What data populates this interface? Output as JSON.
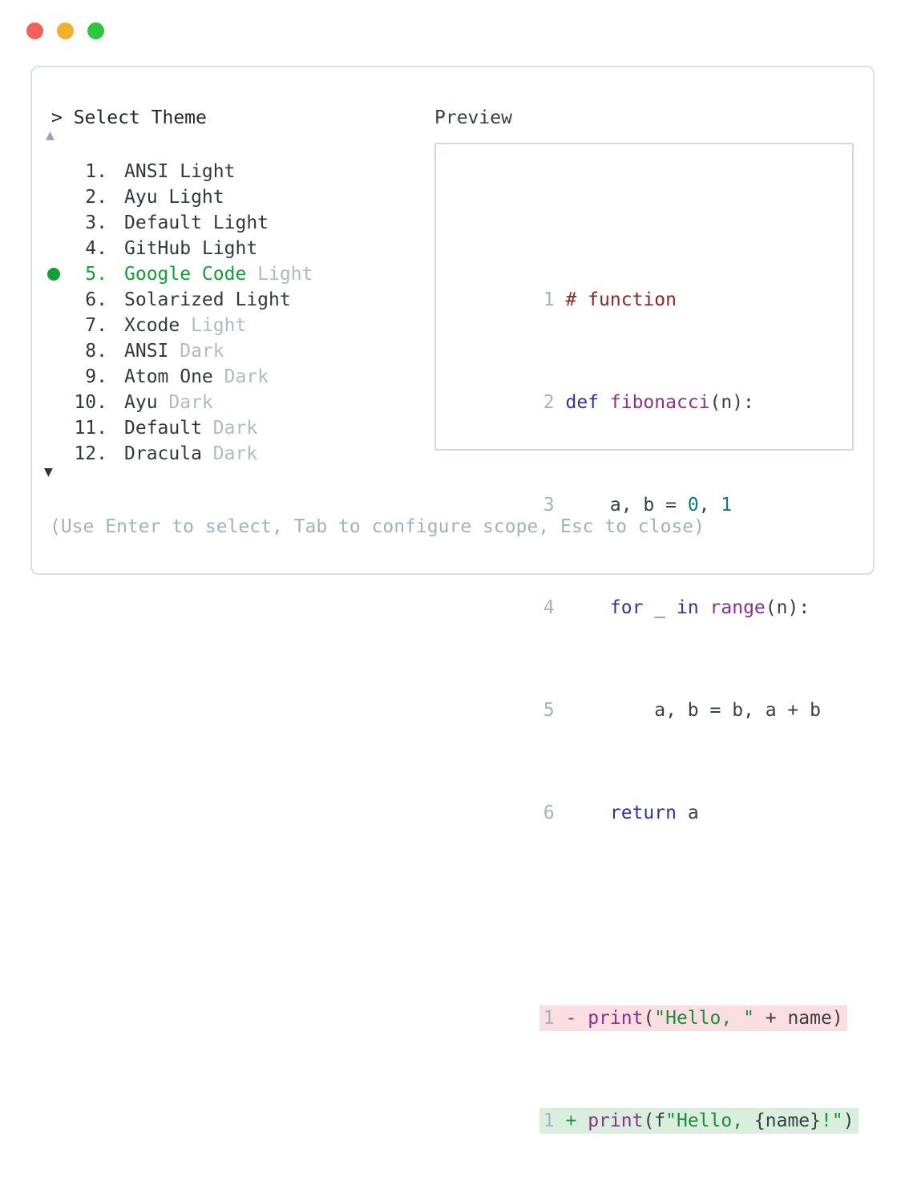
{
  "colors": {
    "accent_green": "#12a035",
    "muted_gray": "#b1b9c6",
    "panel_border": "#dadfe6",
    "syntax_comment": "#8e2727",
    "syntax_keyword": "#2b35a9",
    "syntax_function": "#8c2f90",
    "syntax_number": "#0e7a80",
    "syntax_string": "#1e8e3e",
    "diff_removed_bg": "#fbdee1",
    "diff_added_bg": "#d9eedd",
    "traffic_red": "#f2605a",
    "traffic_yellow": "#f2b02d",
    "traffic_green": "#2cc63f"
  },
  "picker": {
    "prompt": "> Select Theme",
    "scroll_up_glyph": "▲",
    "scroll_down_glyph": "▼",
    "items": [
      {
        "num": "1.",
        "name": "ANSI",
        "variant": "Light",
        "selected": false,
        "variant_muted": false
      },
      {
        "num": "2.",
        "name": "Ayu",
        "variant": "Light",
        "selected": false,
        "variant_muted": false
      },
      {
        "num": "3.",
        "name": "Default",
        "variant": "Light",
        "selected": false,
        "variant_muted": false
      },
      {
        "num": "4.",
        "name": "GitHub",
        "variant": "Light",
        "selected": false,
        "variant_muted": false
      },
      {
        "num": "5.",
        "name": "Google Code",
        "variant": "Light",
        "selected": true,
        "variant_muted": true
      },
      {
        "num": "6.",
        "name": "Solarized",
        "variant": "Light",
        "selected": false,
        "variant_muted": false
      },
      {
        "num": "7.",
        "name": "Xcode",
        "variant": "Light",
        "selected": false,
        "variant_muted": true
      },
      {
        "num": "8.",
        "name": "ANSI",
        "variant": "Dark",
        "selected": false,
        "variant_muted": true
      },
      {
        "num": "9.",
        "name": "Atom One",
        "variant": "Dark",
        "selected": false,
        "variant_muted": true
      },
      {
        "num": "10.",
        "name": "Ayu",
        "variant": "Dark",
        "selected": false,
        "variant_muted": true
      },
      {
        "num": "11.",
        "name": "Default",
        "variant": "Dark",
        "selected": false,
        "variant_muted": true
      },
      {
        "num": "12.",
        "name": "Dracula",
        "variant": "Dark",
        "selected": false,
        "variant_muted": true
      }
    ],
    "hint": "(Use Enter to select, Tab to configure scope, Esc to close)"
  },
  "preview": {
    "label": "Preview",
    "code_lines": [
      {
        "no": "1",
        "tokens": [
          {
            "t": "# function",
            "c": "comment"
          }
        ]
      },
      {
        "no": "2",
        "tokens": [
          {
            "t": "def",
            "c": "kw"
          },
          {
            "t": " ",
            "c": "pl"
          },
          {
            "t": "fibonacci",
            "c": "fn"
          },
          {
            "t": "(n):",
            "c": "pl"
          }
        ]
      },
      {
        "no": "3",
        "tokens": [
          {
            "t": "    a, b = ",
            "c": "pl"
          },
          {
            "t": "0",
            "c": "num"
          },
          {
            "t": ", ",
            "c": "pl"
          },
          {
            "t": "1",
            "c": "num"
          }
        ]
      },
      {
        "no": "4",
        "tokens": [
          {
            "t": "    ",
            "c": "pl"
          },
          {
            "t": "for",
            "c": "kw"
          },
          {
            "t": " _ ",
            "c": "pl"
          },
          {
            "t": "in",
            "c": "kw"
          },
          {
            "t": " ",
            "c": "pl"
          },
          {
            "t": "range",
            "c": "fn"
          },
          {
            "t": "(n):",
            "c": "pl"
          }
        ]
      },
      {
        "no": "5",
        "tokens": [
          {
            "t": "        a, b = b, a + b",
            "c": "pl"
          }
        ]
      },
      {
        "no": "6",
        "tokens": [
          {
            "t": "    ",
            "c": "pl"
          },
          {
            "t": "return",
            "c": "kw"
          },
          {
            "t": " a",
            "c": "pl"
          }
        ]
      }
    ],
    "diff_removed": {
      "no": "1",
      "sign": "-",
      "tokens": [
        {
          "t": "print",
          "c": "fn"
        },
        {
          "t": "(",
          "c": "pl"
        },
        {
          "t": "\"Hello, \"",
          "c": "str"
        },
        {
          "t": " + name)",
          "c": "pl"
        }
      ]
    },
    "diff_added": {
      "no": "1",
      "sign": "+",
      "tokens": [
        {
          "t": "print",
          "c": "fn"
        },
        {
          "t": "(f",
          "c": "pl"
        },
        {
          "t": "\"Hello, ",
          "c": "str"
        },
        {
          "t": "{name}",
          "c": "pl"
        },
        {
          "t": "!\"",
          "c": "str"
        },
        {
          "t": ")",
          "c": "pl"
        }
      ]
    }
  }
}
